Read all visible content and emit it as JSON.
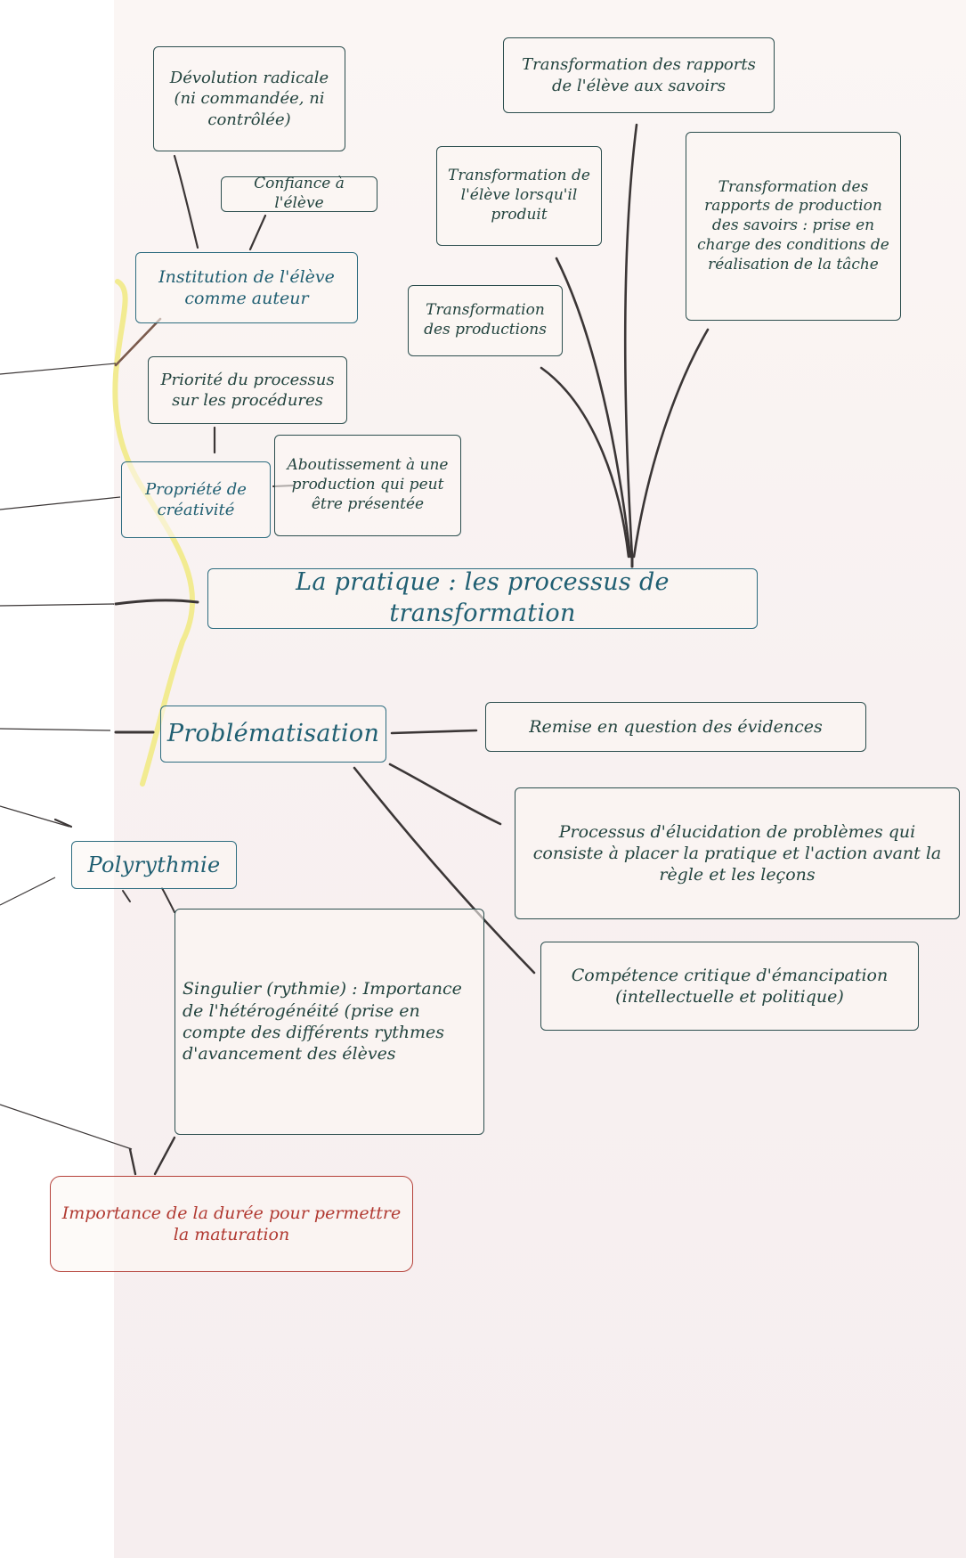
{
  "diagram": {
    "nodes": {
      "devolution": "Dévolution radicale (ni commandée, ni contrôlée)",
      "confiance": "Confiance à l'élève",
      "institution": "Institution de l'élève comme auteur",
      "priorite": "Priorité du processus sur les procédures",
      "propriete": "Propriété de créativité",
      "aboutissement": "Aboutissement à une production qui peut être présentée",
      "pratique": "La pratique : les processus de transformation",
      "transformation_rapports": "Transformation des rapports de l'élève aux savoirs",
      "transformation_eleve": "Transformation de l'élève lorsqu'il produit",
      "transformation_production": "Transformation des rapports de production des savoirs : prise en charge des conditions de réalisation de la tâche",
      "transformation_productions": "Transformation des productions",
      "problematisation": "Problématisation",
      "remise": "Remise en question des évidences",
      "processus": "Processus d'élucidation de problèmes qui consiste à placer la pratique et l'action avant la règle et les leçons",
      "competence": "Compétence critique d'émancipation (intellectuelle et politique)",
      "polyrythmie": "Polyrythmie",
      "singulier": "Singulier (rythmie) : Importance de l'hétérogénéité (prise en compte des différents rythmes d'avancement des élèves",
      "importance_duree": "Importance de la durée pour permettre la maturation"
    },
    "colors": {
      "ink": "#2c4e4e",
      "blue_ink": "#2e6d80",
      "red_ink": "#b5413a",
      "link": "#3b3636",
      "highlight": "#f1ea86",
      "paper": "#f9f3f2"
    }
  }
}
